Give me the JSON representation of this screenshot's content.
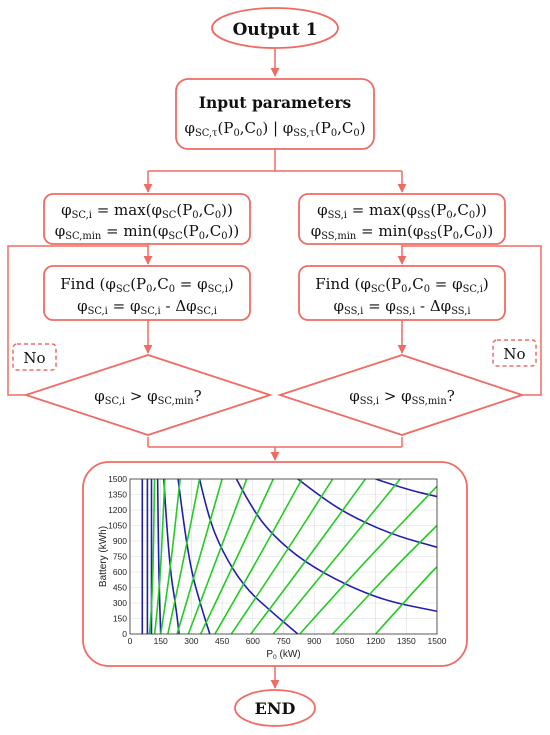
{
  "flow": {
    "start": "Output 1",
    "input": {
      "title": "Input parameters",
      "formula": [
        "φ",
        "SC,τ",
        "(P",
        "0",
        ",C",
        "0",
        ") | φ",
        "SS,τ",
        "(P",
        "0",
        ",C",
        "0",
        ")"
      ]
    },
    "left": {
      "init_l1": [
        "φ",
        "SC,i",
        " = max(φ",
        "SC",
        "(P",
        "0",
        ",C",
        "0",
        "))"
      ],
      "init_l2": [
        "φ",
        "SC,min",
        " = min(φ",
        "SC",
        "(P",
        "0",
        ",C",
        "0",
        "))"
      ],
      "find_l1": [
        "Find (φ",
        "SC",
        "(P",
        "0",
        ",C",
        "0",
        " = φ",
        "SC,i",
        ")"
      ],
      "find_l2": [
        "φ",
        "SC,i",
        " = φ",
        "SC,i",
        " - Δφ",
        "SC,i"
      ],
      "decision": [
        "φ",
        "SC,i",
        " > φ",
        "SC,min",
        "?"
      ],
      "no": "No"
    },
    "right": {
      "init_l1": [
        "φ",
        "SS,i",
        " = max(φ",
        "SS",
        "(P",
        "0",
        ",C",
        "0",
        "))"
      ],
      "init_l2": [
        "φ",
        "SS,min",
        " = min(φ",
        "SS",
        "(P",
        "0",
        ",C",
        "0",
        "))"
      ],
      "find_l1": [
        "Find (φ",
        "SC",
        "(P",
        "0",
        ",C",
        "0",
        " = φ",
        "SC,i",
        ")"
      ],
      "find_l2": [
        "φ",
        "SS,i",
        " = φ",
        "SS,i",
        " - Δφ",
        "SS,i"
      ],
      "decision": [
        "φ",
        "SS,i",
        " > φ",
        "SS,min",
        "?"
      ],
      "no": "No"
    },
    "end": "END"
  },
  "colors": {
    "stroke": "#f06b63",
    "blue": "#1f1fb0",
    "green": "#22cc22"
  },
  "chart_data": {
    "type": "contour",
    "xlabel": [
      "P",
      "0",
      " (kW)"
    ],
    "ylabel": "Battery (kWh)",
    "xlim": [
      0,
      1500
    ],
    "ylim": [
      0,
      1500
    ],
    "x_ticks": [
      0,
      150,
      300,
      450,
      600,
      750,
      900,
      1050,
      1200,
      1350,
      1500
    ],
    "y_ticks": [
      0,
      150,
      300,
      450,
      600,
      750,
      900,
      1050,
      1200,
      1350,
      1500
    ],
    "grid": true,
    "series": [
      {
        "kind": "blue-contours",
        "color": "#1f1fb0",
        "lines": [
          [
            [
              60,
              1500
            ],
            [
              60,
              0
            ]
          ],
          [
            [
              85,
              1500
            ],
            [
              85,
              0
            ]
          ],
          [
            [
              105,
              1500
            ],
            [
              105,
              0
            ]
          ],
          [
            [
              135,
              1500
            ],
            [
              140,
              600
            ],
            [
              150,
              0
            ]
          ],
          [
            [
              165,
              1500
            ],
            [
              190,
              700
            ],
            [
              225,
              250
            ],
            [
              240,
              0
            ]
          ],
          [
            [
              235,
              1500
            ],
            [
              260,
              1100
            ],
            [
              300,
              600
            ],
            [
              350,
              250
            ],
            [
              390,
              0
            ]
          ],
          [
            [
              340,
              1500
            ],
            [
              380,
              1150
            ],
            [
              450,
              800
            ],
            [
              560,
              450
            ],
            [
              700,
              200
            ],
            [
              820,
              0
            ]
          ],
          [
            [
              520,
              1500
            ],
            [
              600,
              1200
            ],
            [
              700,
              950
            ],
            [
              850,
              700
            ],
            [
              1050,
              480
            ],
            [
              1250,
              320
            ],
            [
              1500,
              220
            ]
          ],
          [
            [
              820,
              1500
            ],
            [
              950,
              1300
            ],
            [
              1100,
              1120
            ],
            [
              1300,
              950
            ],
            [
              1500,
              840
            ]
          ],
          [
            [
              1200,
              1500
            ],
            [
              1350,
              1400
            ],
            [
              1500,
              1330
            ]
          ]
        ]
      },
      {
        "kind": "green-contours",
        "color": "#22cc22",
        "lines": [
          [
            [
              95,
              0
            ],
            [
              110,
              300
            ],
            [
              120,
              1500
            ]
          ],
          [
            [
              120,
              0
            ],
            [
              145,
              400
            ],
            [
              170,
              1500
            ]
          ],
          [
            [
              150,
              0
            ],
            [
              190,
              500
            ],
            [
              245,
              1500
            ]
          ],
          [
            [
              185,
              0
            ],
            [
              250,
              600
            ],
            [
              340,
              1500
            ]
          ],
          [
            [
              230,
              0
            ],
            [
              320,
              600
            ],
            [
              450,
              1500
            ]
          ],
          [
            [
              285,
              0
            ],
            [
              400,
              600
            ],
            [
              570,
              1500
            ]
          ],
          [
            [
              345,
              0
            ],
            [
              490,
              600
            ],
            [
              700,
              1500
            ]
          ],
          [
            [
              415,
              0
            ],
            [
              590,
              600
            ],
            [
              840,
              1500
            ]
          ],
          [
            [
              495,
              0
            ],
            [
              700,
              600
            ],
            [
              990,
              1500
            ]
          ],
          [
            [
              590,
              0
            ],
            [
              820,
              600
            ],
            [
              1150,
              1500
            ]
          ],
          [
            [
              700,
              0
            ],
            [
              950,
              600
            ],
            [
              1320,
              1500
            ]
          ],
          [
            [
              830,
              0
            ],
            [
              1100,
              600
            ],
            [
              1500,
              1430
            ]
          ],
          [
            [
              990,
              0
            ],
            [
              1270,
              600
            ],
            [
              1500,
              1050
            ]
          ],
          [
            [
              1200,
              0
            ],
            [
              1450,
              550
            ],
            [
              1500,
              650
            ]
          ]
        ]
      }
    ]
  }
}
